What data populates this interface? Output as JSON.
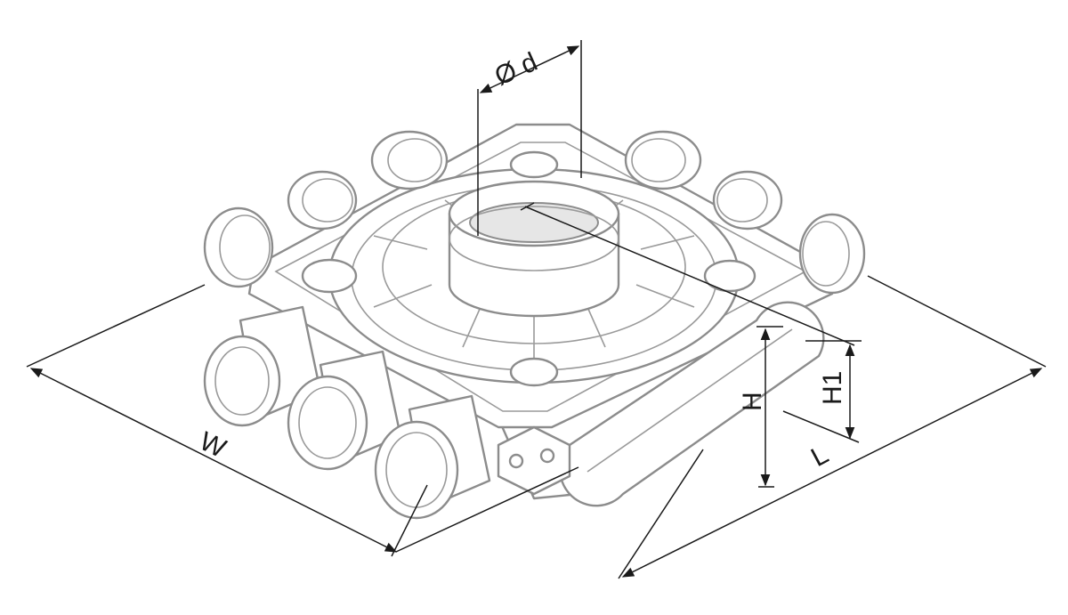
{
  "labels": {
    "diameter": "Ø d",
    "width": "W",
    "length": "L",
    "height": "H",
    "height1": "H1"
  },
  "colors": {
    "outline": "#8c8c8c",
    "dimension": "#1a1a1a",
    "background": "#ffffff"
  }
}
